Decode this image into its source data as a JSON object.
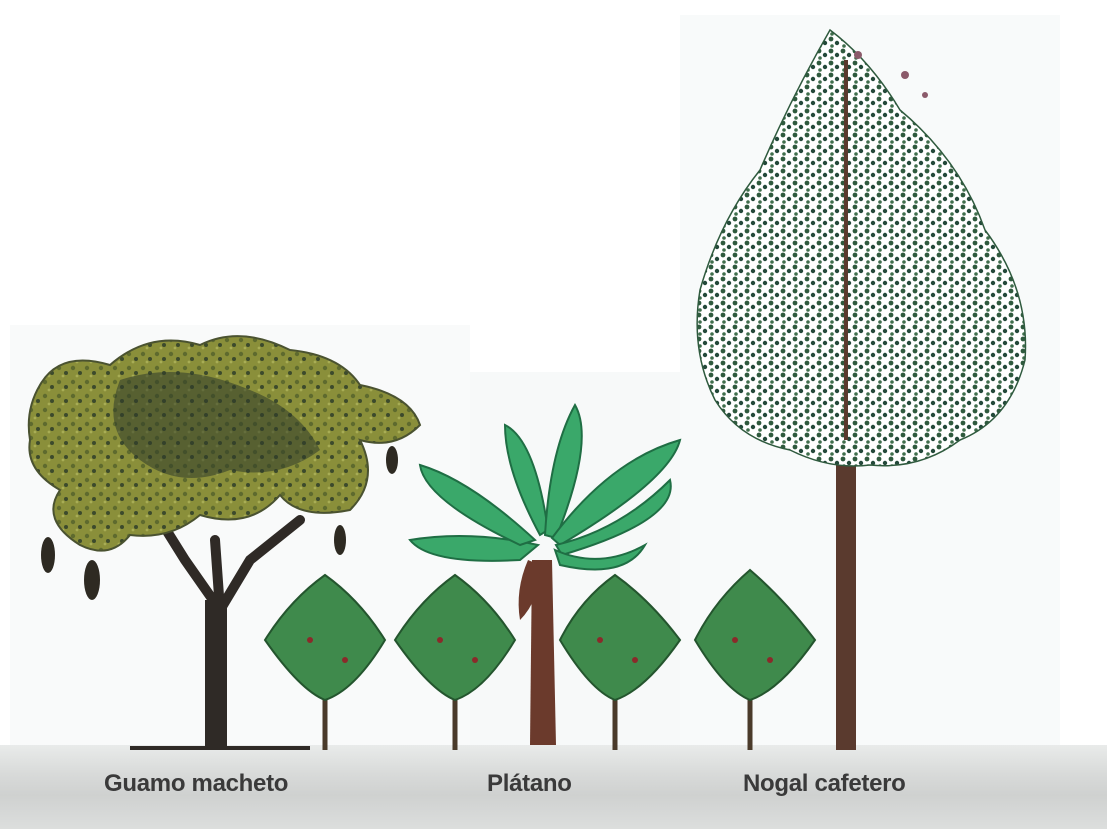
{
  "labels": {
    "guamo": "Guamo macheto",
    "platano": "Plátano",
    "nogal": "Nogal cafetero"
  },
  "colors": {
    "guamo_foliage": "#8a8f3a",
    "guamo_shadow": "#2e3a2a",
    "banana_leaf": "#3aa86a",
    "banana_vein": "#1f6e44",
    "coffee_leaf": "#3f8a4c",
    "nogal_leaf": "#2f5a3e",
    "trunk": "#5a3a2e",
    "text": "#3a3a3a"
  },
  "icons": {
    "guamo": "guamo-tree-icon",
    "platano": "banana-plant-icon",
    "nogal": "nogal-tree-icon",
    "coffee": "coffee-plant-icon"
  }
}
